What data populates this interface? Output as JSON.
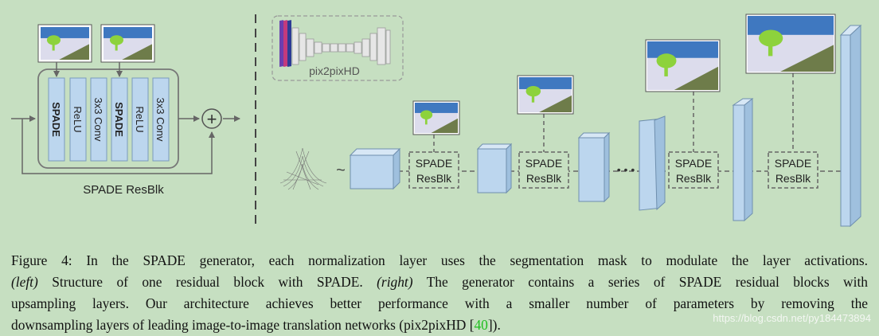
{
  "left": {
    "layers": [
      "SPADE",
      "ReLU",
      "3x3 Conv",
      "SPADE",
      "ReLU",
      "3x3 Conv"
    ],
    "block_label": "SPADE ResBlk",
    "sum_symbol": "+"
  },
  "right": {
    "pix2pix_label": "pix2pixHD",
    "tilde": "~",
    "ellipsis": "• • •",
    "resblk_line1": "SPADE",
    "resblk_line2": "ResBlk"
  },
  "caption": {
    "figure_label": "Figure 4:",
    "line1_rest": "In the SPADE generator, each normalization layer uses the segmentation mask to modulate the layer activations.",
    "left_tag": "(left)",
    "line2_a": "Structure of one residual block with SPADE.",
    "right_tag": "(right)",
    "line2_b": "The generator contains a series of SPADE residual blocks with",
    "line3": "upsampling layers.  Our architecture achieves better performance with a smaller number of parameters by removing the",
    "line4_a": "downsampling layers of leading image-to-image translation networks (pix2pixHD [",
    "cite": "40",
    "line4_b": "])."
  },
  "watermark": "https://blog.csdn.net/py184473894",
  "colors": {
    "background": "#c6dfc1",
    "layer_fill": "#bcd6ee",
    "sky": "#3f78c0",
    "tree": "#8dd23c",
    "road": "#dcdcec",
    "grass": "#6e7c4a",
    "citation": "#1fbf1f"
  }
}
